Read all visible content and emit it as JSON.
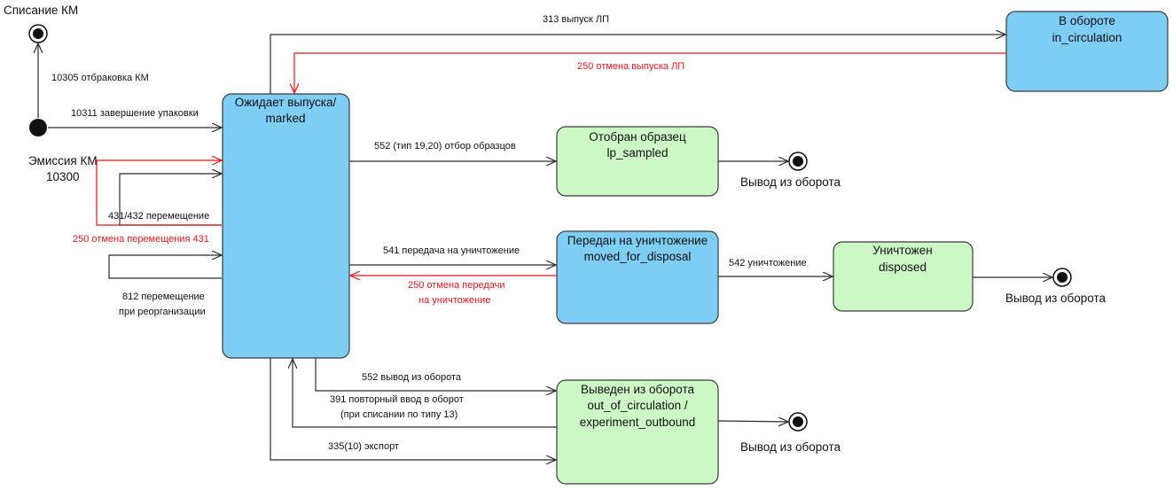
{
  "labels": {
    "write_off": "Списание КМ",
    "emission_1": "Эмиссия КМ",
    "emission_2": "10300",
    "exit_1": "Вывод из оборота",
    "exit_2": "Вывод из оборота",
    "exit_3": "Вывод из оборота"
  },
  "states": {
    "marked": [
      "Ожидает выпуска/",
      "marked"
    ],
    "in_circulation": [
      "В обороте",
      "in_circulation"
    ],
    "lp_sampled": [
      "Отобран образец",
      "lp_sampled"
    ],
    "moved_for_disposal": [
      "Передан на уничтожение",
      "moved_for_disposal"
    ],
    "disposed": [
      "Уничтожен",
      "disposed"
    ],
    "out_of_circulation": [
      "Выведен из оборота",
      "out_of_circulation /",
      "experiment_outbound"
    ]
  },
  "transitions": {
    "t10305": "10305 отбраковка КМ",
    "t10311": "10311 завершение упаковки",
    "t313": "313 выпуск ЛП",
    "t250_release": "250 отмена выпуска ЛП",
    "t552_sample": "552 (тип 19,20)  отбор образцов",
    "t431": "431/432 перемещение",
    "t250_move": "250 отмена перемещения 431",
    "t541": "541 передача на уничтожение",
    "t250_disposal_1": "250 отмена передачи",
    "t250_disposal_2": "на уничтожение",
    "t542": "542 уничтожение",
    "t812_1": "812 перемещение",
    "t812_2": "при реорганизации",
    "t552_out": "552 вывод из оборота",
    "t391_1": "391 повторный ввод в оборот",
    "t391_2": "(при списании по типу 13)",
    "t335": "335(10) экспорт"
  },
  "colors": {
    "blue_state": "#7ecdf4",
    "green_state": "#ccf8c5",
    "cancel_red": "#e8161c"
  }
}
